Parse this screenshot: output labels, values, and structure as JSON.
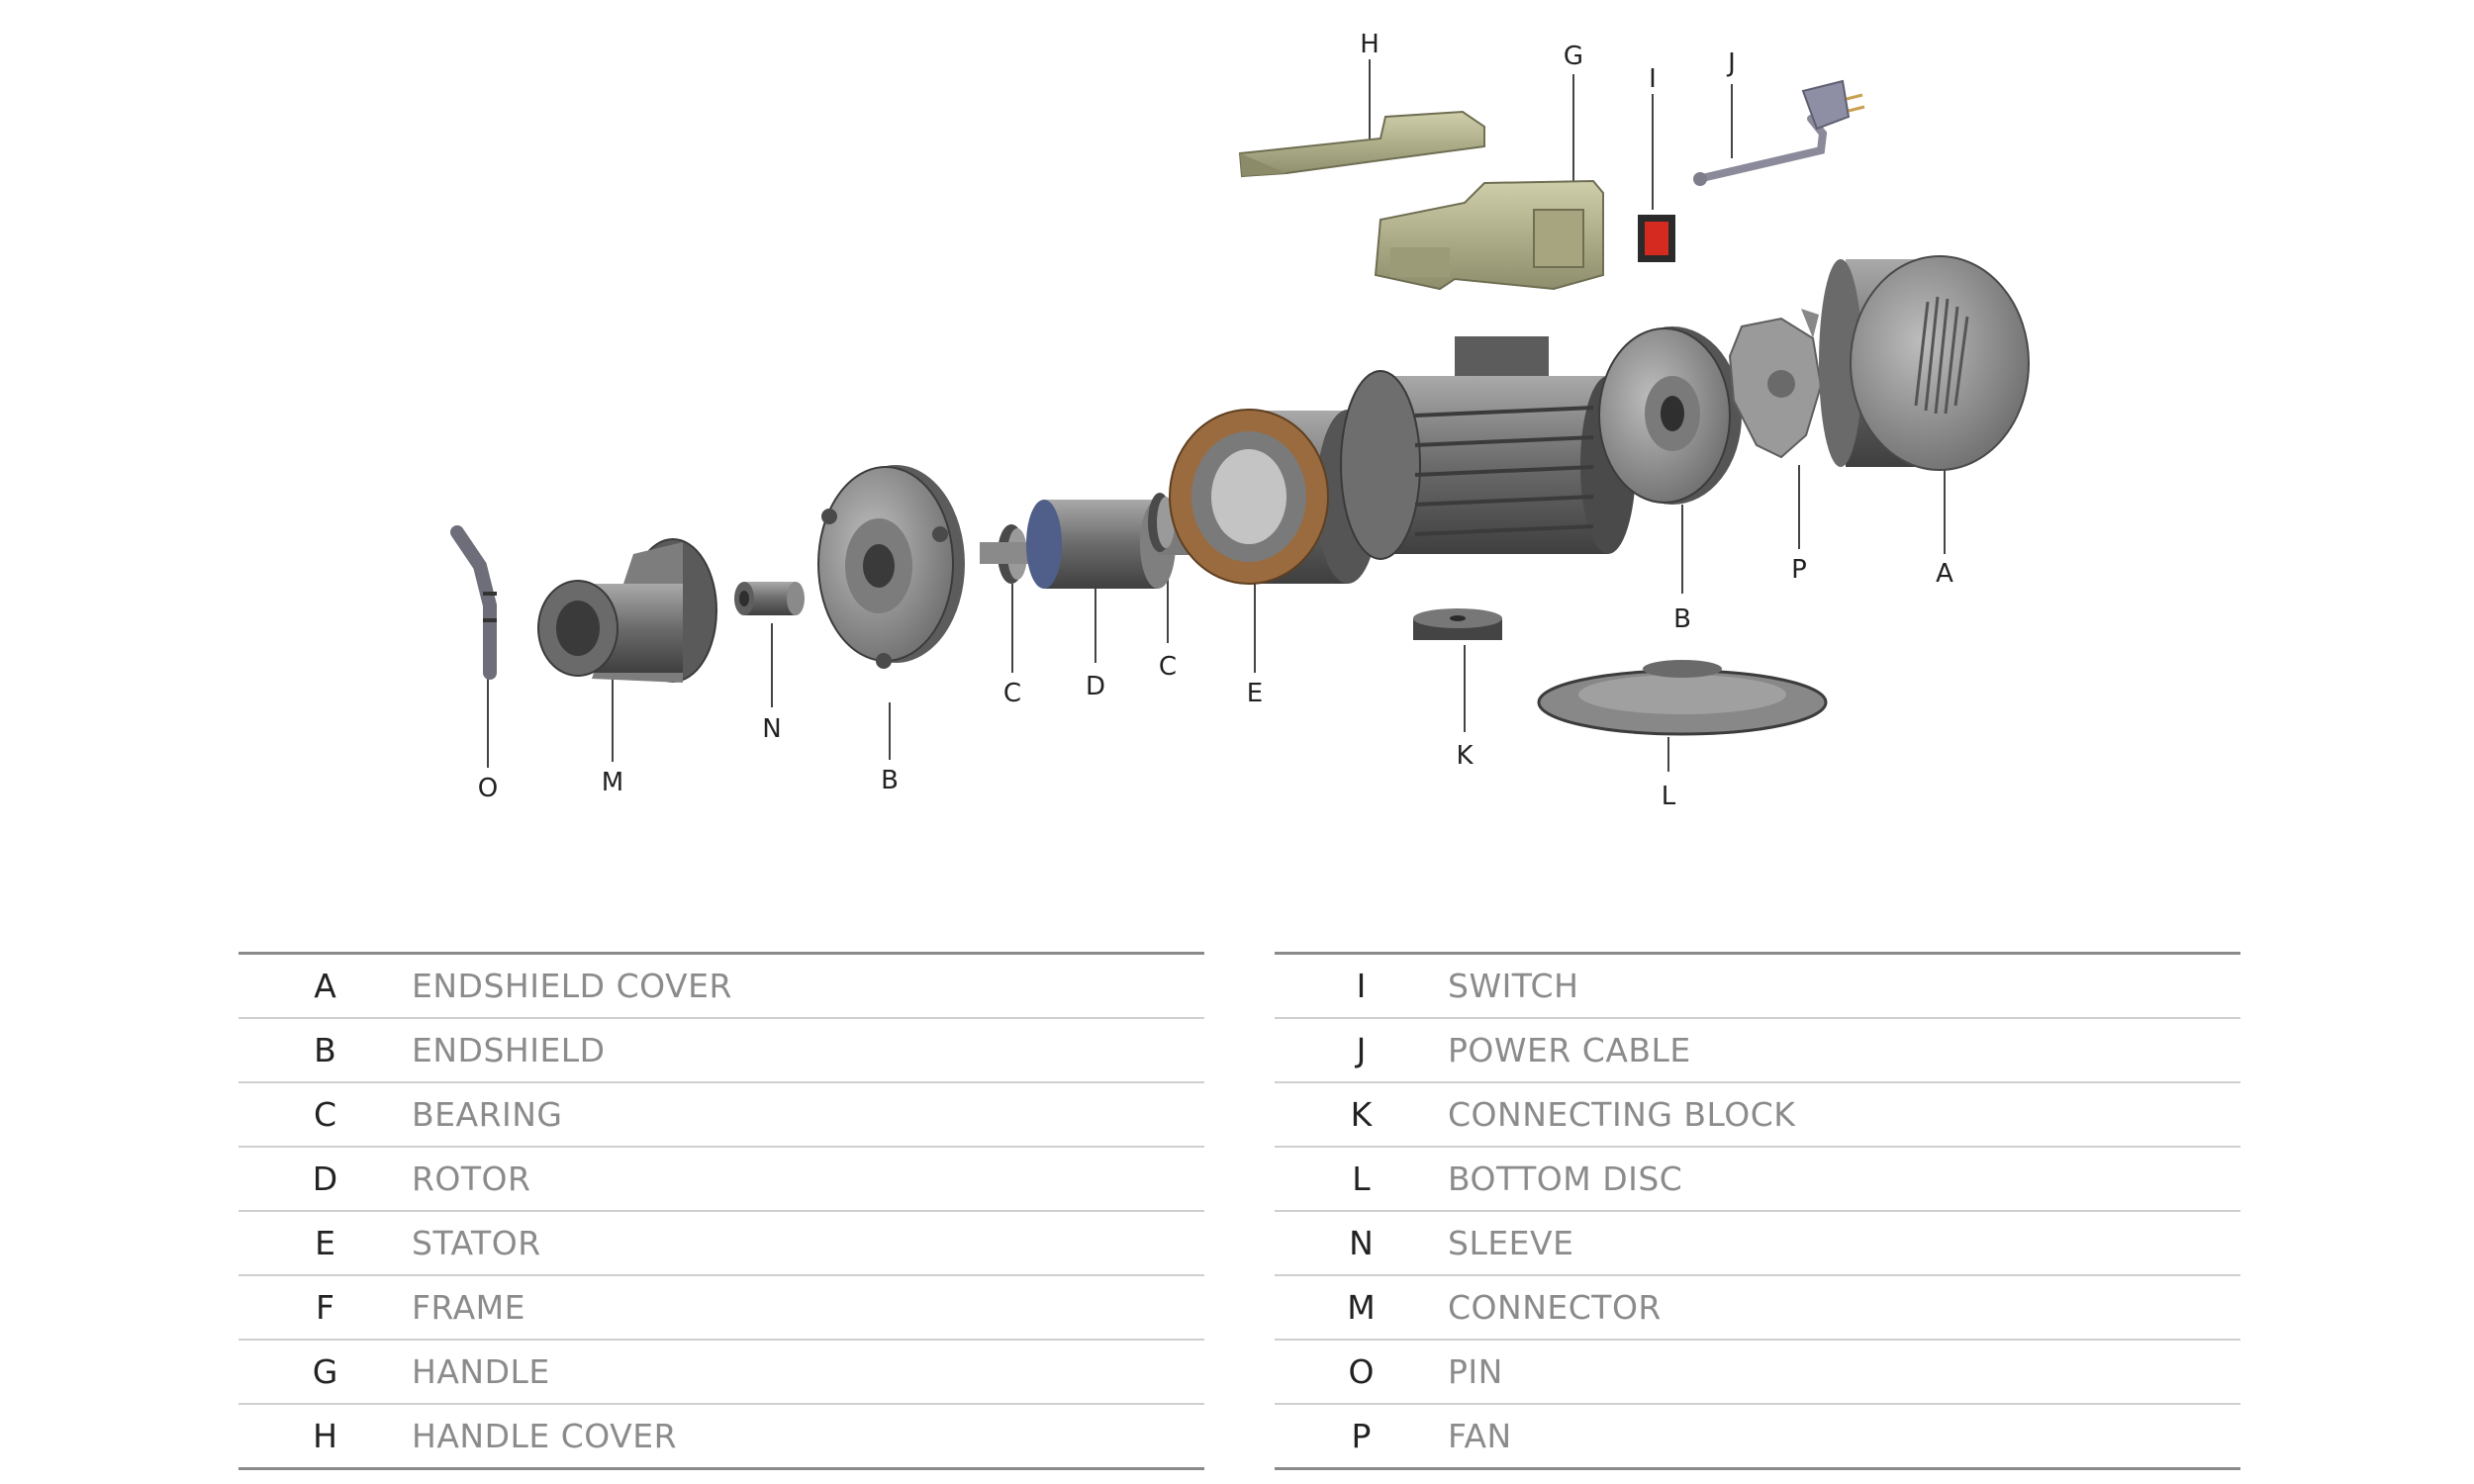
{
  "callouts": {
    "A": "A",
    "B1": "B",
    "B2": "B",
    "C1": "C",
    "C2": "C",
    "D": "D",
    "E": "E",
    "G": "G",
    "H": "H",
    "I": "I",
    "J": "J",
    "K": "K",
    "L": "L",
    "M": "M",
    "N": "N",
    "O": "O",
    "P": "P"
  },
  "legend": {
    "left": [
      {
        "letter": "A",
        "name": "ENDSHIELD COVER"
      },
      {
        "letter": "B",
        "name": "ENDSHIELD"
      },
      {
        "letter": "C",
        "name": "BEARING"
      },
      {
        "letter": "D",
        "name": "ROTOR"
      },
      {
        "letter": "E",
        "name": "STATOR"
      },
      {
        "letter": "F",
        "name": "FRAME"
      },
      {
        "letter": "G",
        "name": "HANDLE"
      },
      {
        "letter": "H",
        "name": "HANDLE COVER"
      }
    ],
    "right": [
      {
        "letter": "I",
        "name": "SWITCH"
      },
      {
        "letter": "J",
        "name": "POWER CABLE"
      },
      {
        "letter": "K",
        "name": "CONNECTING BLOCK"
      },
      {
        "letter": "L",
        "name": "BOTTOM DISC"
      },
      {
        "letter": "N",
        "name": "SLEEVE"
      },
      {
        "letter": "M",
        "name": "CONNECTOR"
      },
      {
        "letter": "O",
        "name": "PIN"
      },
      {
        "letter": "P",
        "name": "FAN"
      }
    ]
  },
  "colors": {
    "metal": "#6e6e6e",
    "metal_light": "#9a9a9a",
    "handle": "#b4b38c",
    "copper": "#9a6b3e",
    "switch_red": "#d42a1f"
  }
}
